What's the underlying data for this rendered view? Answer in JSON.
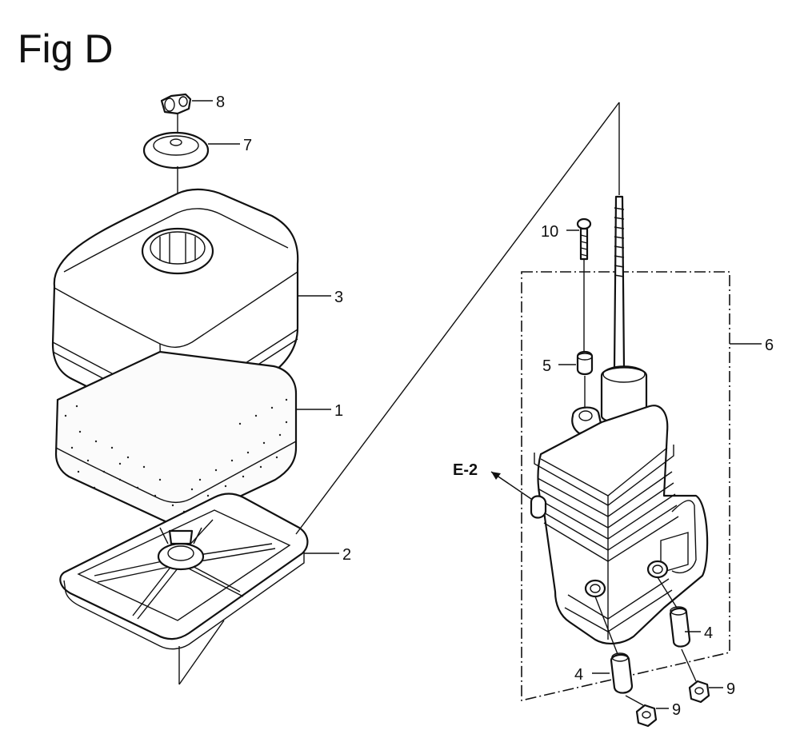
{
  "figure": {
    "title": "Fig D"
  },
  "callouts": [
    {
      "id": "8",
      "label": "8"
    },
    {
      "id": "7",
      "label": "7"
    },
    {
      "id": "3",
      "label": "3"
    },
    {
      "id": "1",
      "label": "1"
    },
    {
      "id": "2",
      "label": "2"
    },
    {
      "id": "10",
      "label": "10"
    },
    {
      "id": "5",
      "label": "5"
    },
    {
      "id": "6",
      "label": "6"
    },
    {
      "id": "4a",
      "label": "4"
    },
    {
      "id": "4b",
      "label": "4"
    },
    {
      "id": "9a",
      "label": "9"
    },
    {
      "id": "9b",
      "label": "9"
    }
  ],
  "reference": {
    "label": "E-2"
  }
}
